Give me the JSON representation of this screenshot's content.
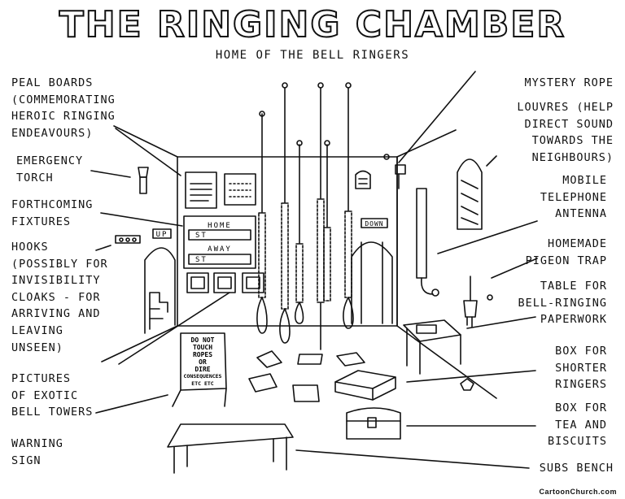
{
  "title": "THE RINGING CHAMBER",
  "subtitle": "HOME OF THE BELL RINGERS",
  "credit": "CartoonChurch.com",
  "labels": {
    "peal_boards": "PEAL BOARDS\n(COMMEMORATING\nHEROIC RINGING\nENDEAVOURS)",
    "emergency_torch": "EMERGENCY\nTORCH",
    "forthcoming_fixtures": "FORTHCOMING\nFIXTURES",
    "hooks": "HOOKS\n(POSSIBLY FOR\nINVISIBILITY\nCLOAKS - FOR\nARRIVING AND\nLEAVING\nUNSEEN)",
    "pictures": "PICTURES\nOF EXOTIC\nBELL TOWERS",
    "warning_sign": "WARNING\nSIGN",
    "mystery_rope": "MYSTERY ROPE",
    "louvres": "LOUVRES (HELP\nDIRECT SOUND\nTOWARDS THE\nNEIGHBOURS)",
    "antenna": "MOBILE\nTELEPHONE\nANTENNA",
    "pigeon_trap": "HOMEMADE\nPIGEON TRAP",
    "table": "TABLE FOR\nBELL-RINGING\nPAPERWORK",
    "box_shorter": "BOX FOR\nSHORTER\nRINGERS",
    "box_tea": "BOX FOR\nTEA AND\nBISCUITS",
    "subs_bench": "SUBS BENCH"
  },
  "scene_text": {
    "home": "HOME",
    "away": "AWAY",
    "up": "UP",
    "down": "DOWN",
    "st_1": "ST",
    "st_2": "ST",
    "sign_lines": [
      "DO NOT",
      "TOUCH",
      "ROPES",
      "OR",
      "DIRE",
      "CONSEQUENCES",
      "ETC ETC"
    ]
  }
}
